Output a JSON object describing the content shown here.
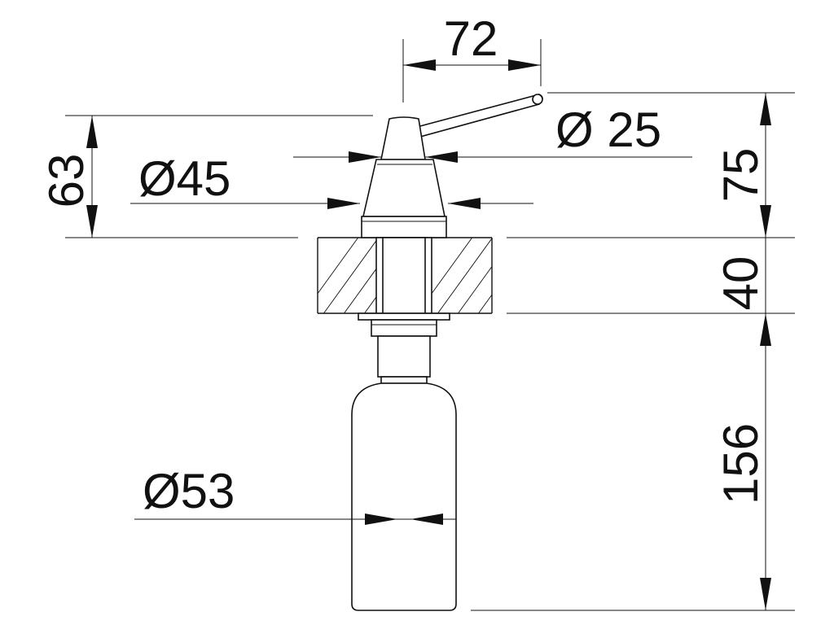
{
  "dimensions": {
    "lever_reach": "72",
    "lever_diameter": "Ø 25",
    "head_diameter": "Ø45",
    "bottle_diameter": "Ø53",
    "height_above_counter": "63",
    "total_top_height": "75",
    "counter_thickness": "40",
    "bottle_length": "156"
  },
  "colors": {
    "line": "#111111",
    "background": "#ffffff"
  }
}
